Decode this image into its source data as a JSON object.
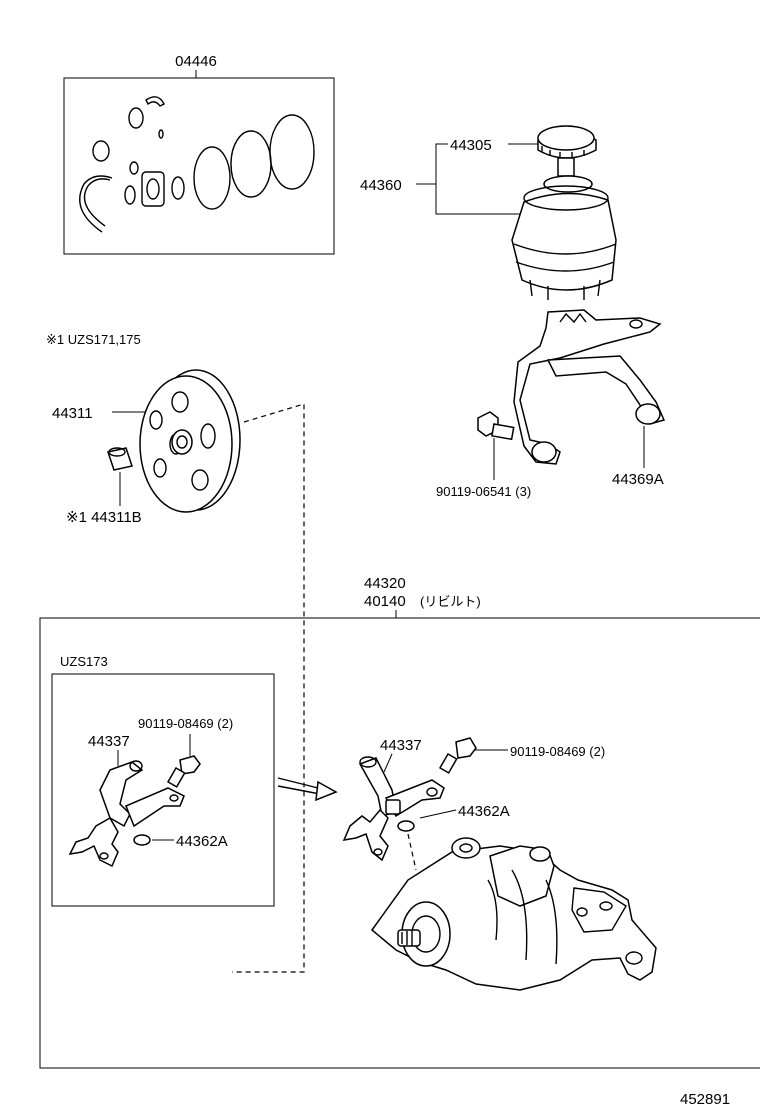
{
  "labels": {
    "seal_kit": "04446",
    "cap": "44305",
    "reservoir": "44360",
    "note_models": "※1 UZS171,175",
    "pulley": "44311",
    "bushing": "※1 44311B",
    "bolt_upper": "90119-06541 (3)",
    "bracket": "44369A",
    "pump_assy": "44320",
    "pump_rebuilt": "40140",
    "rebuilt_note": "(リビルト)",
    "variant_model": "UZS173",
    "variant_bolt": "90119-08469 (2)",
    "variant_union": "44337",
    "variant_oring": "44362A",
    "union": "44337",
    "bolt_main": "90119-08469 (2)",
    "oring": "44362A",
    "figure_number": "452891"
  }
}
